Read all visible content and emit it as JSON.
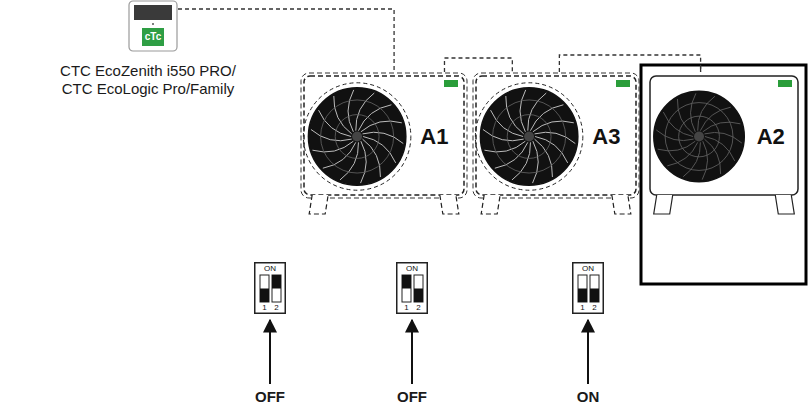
{
  "diagram": {
    "nodes": [
      {
        "text": [
          "cTc"
        ]
      },
      {
        "text": [
          "A1"
        ]
      },
      {
        "text": [
          "A3"
        ]
      },
      {
        "text": [
          "A2"
        ]
      },
      {
        "text": [
          "ON",
          "1",
          "2"
        ]
      },
      {
        "text": [
          "ON",
          "1",
          "2"
        ]
      },
      {
        "text": [
          "ON",
          "1",
          "2"
        ]
      }
    ],
    "edges": [
      {
        "from": 0,
        "to": 1,
        "arrow": "none"
      },
      {
        "from": 1,
        "to": 2,
        "arrow": "none"
      },
      {
        "from": 2,
        "to": 3,
        "arrow": "none"
      }
    ],
    "labels": [
      "CTC EcoZenith i550 PRO/ CTC EcoLogic Pro/Family",
      "OFF",
      "OFF",
      "ON"
    ]
  }
}
